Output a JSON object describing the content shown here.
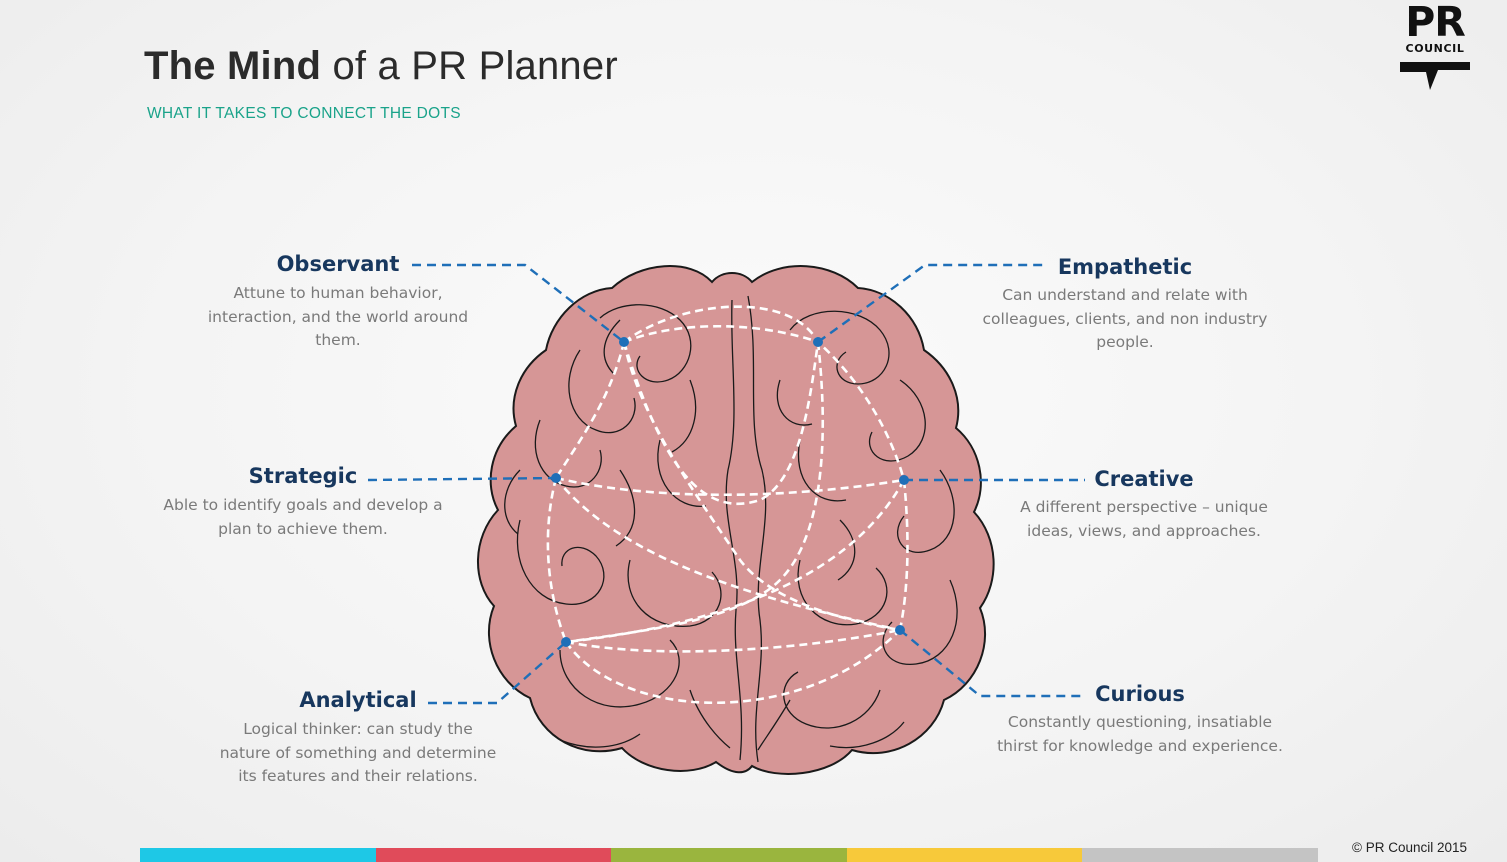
{
  "header": {
    "title_bold": "The Mind",
    "title_rest": " of a PR Planner",
    "subtitle": "WHAT IT TAKES TO CONNECT THE DOTS"
  },
  "logo": {
    "line1": "PR",
    "line2": "COUNCIL"
  },
  "traits": [
    {
      "name": "Observant",
      "description": "Attune to human behavior, interaction, and the world around them."
    },
    {
      "name": "Empathetic",
      "description": "Can understand and relate with colleagues, clients, and non industry people."
    },
    {
      "name": "Strategic",
      "description": "Able to identify goals and develop a plan to achieve them."
    },
    {
      "name": "Creative",
      "description": "A different perspective – unique ideas, views, and approaches."
    },
    {
      "name": "Analytical",
      "description": "Logical thinker: can study the nature of something and determine its features and their relations."
    },
    {
      "name": "Curious",
      "description": "Constantly questioning, insatiable thirst for knowledge and experience."
    }
  ],
  "footer": {
    "copyright": "© PR Council 2015"
  },
  "colors": {
    "brain_fill": "#d69696",
    "brain_outline": "#1a1a1a",
    "connector_dash": "#1f6fb8",
    "dot": "#1f6fb8",
    "path_dash": "#ffffff",
    "trait_name": "#17375e",
    "subtitle": "#1aa38a",
    "bar_segments": [
      "#1ec8e6",
      "#e04b5a",
      "#9ab53e",
      "#f7c93a",
      "#c4c4c4"
    ]
  }
}
